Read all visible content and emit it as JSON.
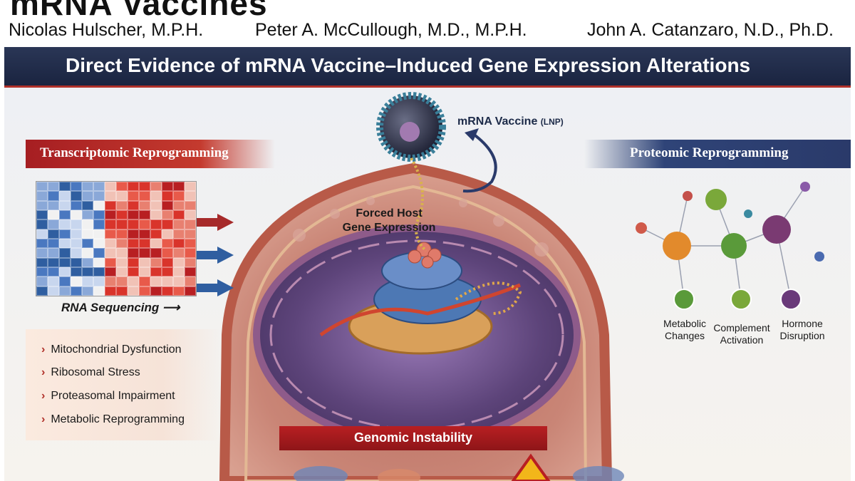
{
  "header": {
    "title_partial": "mRNA Vaccines",
    "authors": [
      "Nicolas Hulscher, M.P.H.",
      "Peter A. McCullough, M.D., M.P.H.",
      "John A. Catanzaro, N.D., Ph.D."
    ]
  },
  "banner": {
    "title": "Direct Evidence of mRNA Vaccine–Induced Gene Expression Alterations"
  },
  "left": {
    "header": "Transcriptomic Reprogramming",
    "rna_label": "RNA Sequencing",
    "items": [
      "Mitochondrial Dysfunction",
      "Ribosomal Stress",
      "Proteasomal Impairment",
      "Metabolic Reprogramming"
    ]
  },
  "center": {
    "vaccine_label": "mRNA Vaccine",
    "vaccine_sub": "(LNP)",
    "forced_line1": "Forced Host",
    "forced_line2": "Gene Expression",
    "genomic": "Genomic Instability"
  },
  "right": {
    "header": "Proteomic Reprogramming",
    "captions": [
      {
        "line1": "Metabolic",
        "line2": "Changes"
      },
      {
        "line1": "Complement",
        "line2": "Activation"
      },
      {
        "line1": "Hormone",
        "line2": "Disruption"
      }
    ]
  },
  "colors": {
    "banner": "#1f2a48",
    "red": "#b0312a",
    "blue": "#2f4478",
    "heat_red": "#d9342b",
    "heat_blue": "#3f6fb8"
  }
}
